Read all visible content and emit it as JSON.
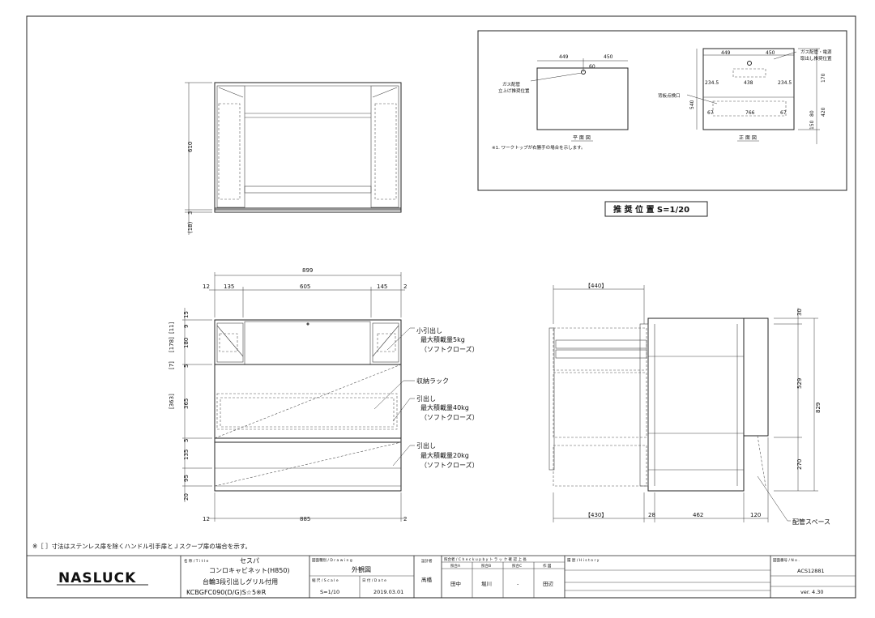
{
  "drawing": {
    "note": "※［ ］寸法はステンレス扉を除くハンドル引手扉とＪスクープ扉の場合を示す。",
    "recommend": {
      "caption": "推 奨 位 置 S=1/20",
      "plan_label": "平 面 図",
      "front_label": "正 面 図",
      "footnote": "※1. ワークトップが右勝手の場合を示します。",
      "gas_rise_1": "ガス配管",
      "gas_rise_2": "立上げ推奨位置",
      "gas_power_1": "ガス配管・電源",
      "gas_power_2": "取出し推奨位置",
      "back_opening": "背板点検口",
      "dims": {
        "p449": "449",
        "p450": "450",
        "p60": "60",
        "f449": "449",
        "f450": "450",
        "f170": "170",
        "f2345a": "234.5",
        "f438": "438",
        "f2345b": "234.5",
        "f540": "540",
        "f67a": "67",
        "f766": "766",
        "f67b": "67",
        "f420": "420",
        "f80": "80",
        "f150": "150"
      }
    },
    "top_view": {
      "d610": "610",
      "d3": "3",
      "d18": "(18)"
    },
    "front_view": {
      "w899": "899",
      "w12": "12",
      "w135": "135",
      "w605": "605",
      "w145": "145",
      "w2": "2",
      "b12": "12",
      "b885": "885",
      "b2": "2",
      "h15": "15",
      "h9": "9",
      "h11": "[11]",
      "h180": "180",
      "h178": "[178]",
      "h7": "[7]",
      "h5a": "5",
      "h365": "365",
      "h363": "[363]",
      "h5b": "5",
      "h135": "135",
      "h95": "95",
      "h20": "20"
    },
    "labels": {
      "small_drawer": "小引出し",
      "small_load": "最大積載量5kg",
      "soft_close_1": "（ソフトクローズ）",
      "rack": "収納ラック",
      "drawer_1": "引出し",
      "load_40": "最大積載量40kg",
      "soft_close_2": "（ソフトクローズ）",
      "drawer_2": "引出し",
      "load_20": "最大積載量20kg",
      "soft_close_3": "（ソフトクローズ）",
      "pipe_space": "配管スペース"
    },
    "side_view": {
      "d440": "【440】",
      "d430": "【430】",
      "d28": "28",
      "d462": "462",
      "d120": "120",
      "d30": "30",
      "d529": "529",
      "d270": "270",
      "d829": "829"
    }
  },
  "title_block": {
    "logo": "NASLUCK",
    "name_head": "名 称 / T i t l e",
    "product": "セスパ",
    "line1": "コンロキャビネット(H850)",
    "line2": "台輪3段引出しグリル付用",
    "line3": "KCBGFC090(D/G)S☆5※R",
    "dwg_head": "図面種別 / D r a w i n g",
    "dwg_type": "外観図",
    "scale_head": "縮 尺 / S c a l e",
    "scale": "S=1/10",
    "date_head": "日 付 / D a t e",
    "date": "2019.03.01",
    "maker_head": "設計者",
    "maker": "髙橋",
    "check_head": "照合者 / C h e c k   u p   b y   ト ラ ッ ク 確 認 上 長",
    "c1h": "照合A",
    "c2h": "照合B",
    "c3h": "照合C",
    "c4h": "作 図",
    "c1": "田中",
    "c2": "堀川",
    "c3": "-",
    "c4": "田辺",
    "hist_head": "履 歴 / H i s t o r y",
    "no_head": "図面番号 / N o .",
    "number": "ACS12881",
    "version": "ver. 4.30"
  }
}
